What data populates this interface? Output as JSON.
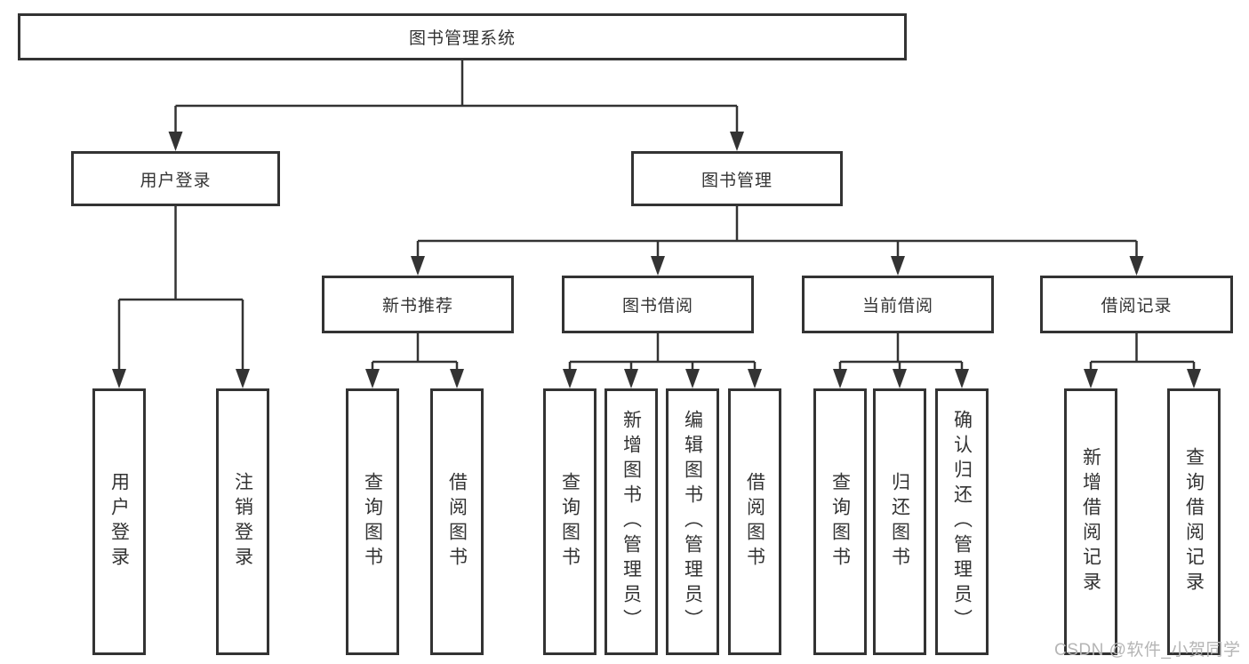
{
  "diagram": {
    "root": "图书管理系统",
    "level2": {
      "userLogin": "用户登录",
      "bookMgmt": "图书管理"
    },
    "level3": {
      "newBookRec": "新书推荐",
      "bookBorrow": "图书借阅",
      "currentBorrow": "当前借阅",
      "borrowRecord": "借阅记录"
    },
    "leaves": {
      "login": [
        "用户登录",
        "注销登录"
      ],
      "rec": [
        "查询图书",
        "借阅图书"
      ],
      "borrow": [
        "查询图书",
        "新增图书（管理员）",
        "编辑图书（管理员）",
        "借阅图书"
      ],
      "current": [
        "查询图书",
        "归还图书",
        "确认归还（管理员）"
      ],
      "records": [
        "新增借阅记录",
        "查询借阅记录"
      ]
    }
  },
  "watermark": "CSDN @软件_小贺同学",
  "colors": {
    "line": "#333333",
    "text": "#333333",
    "watermark": "#b5b5b5",
    "background": "#ffffff"
  }
}
